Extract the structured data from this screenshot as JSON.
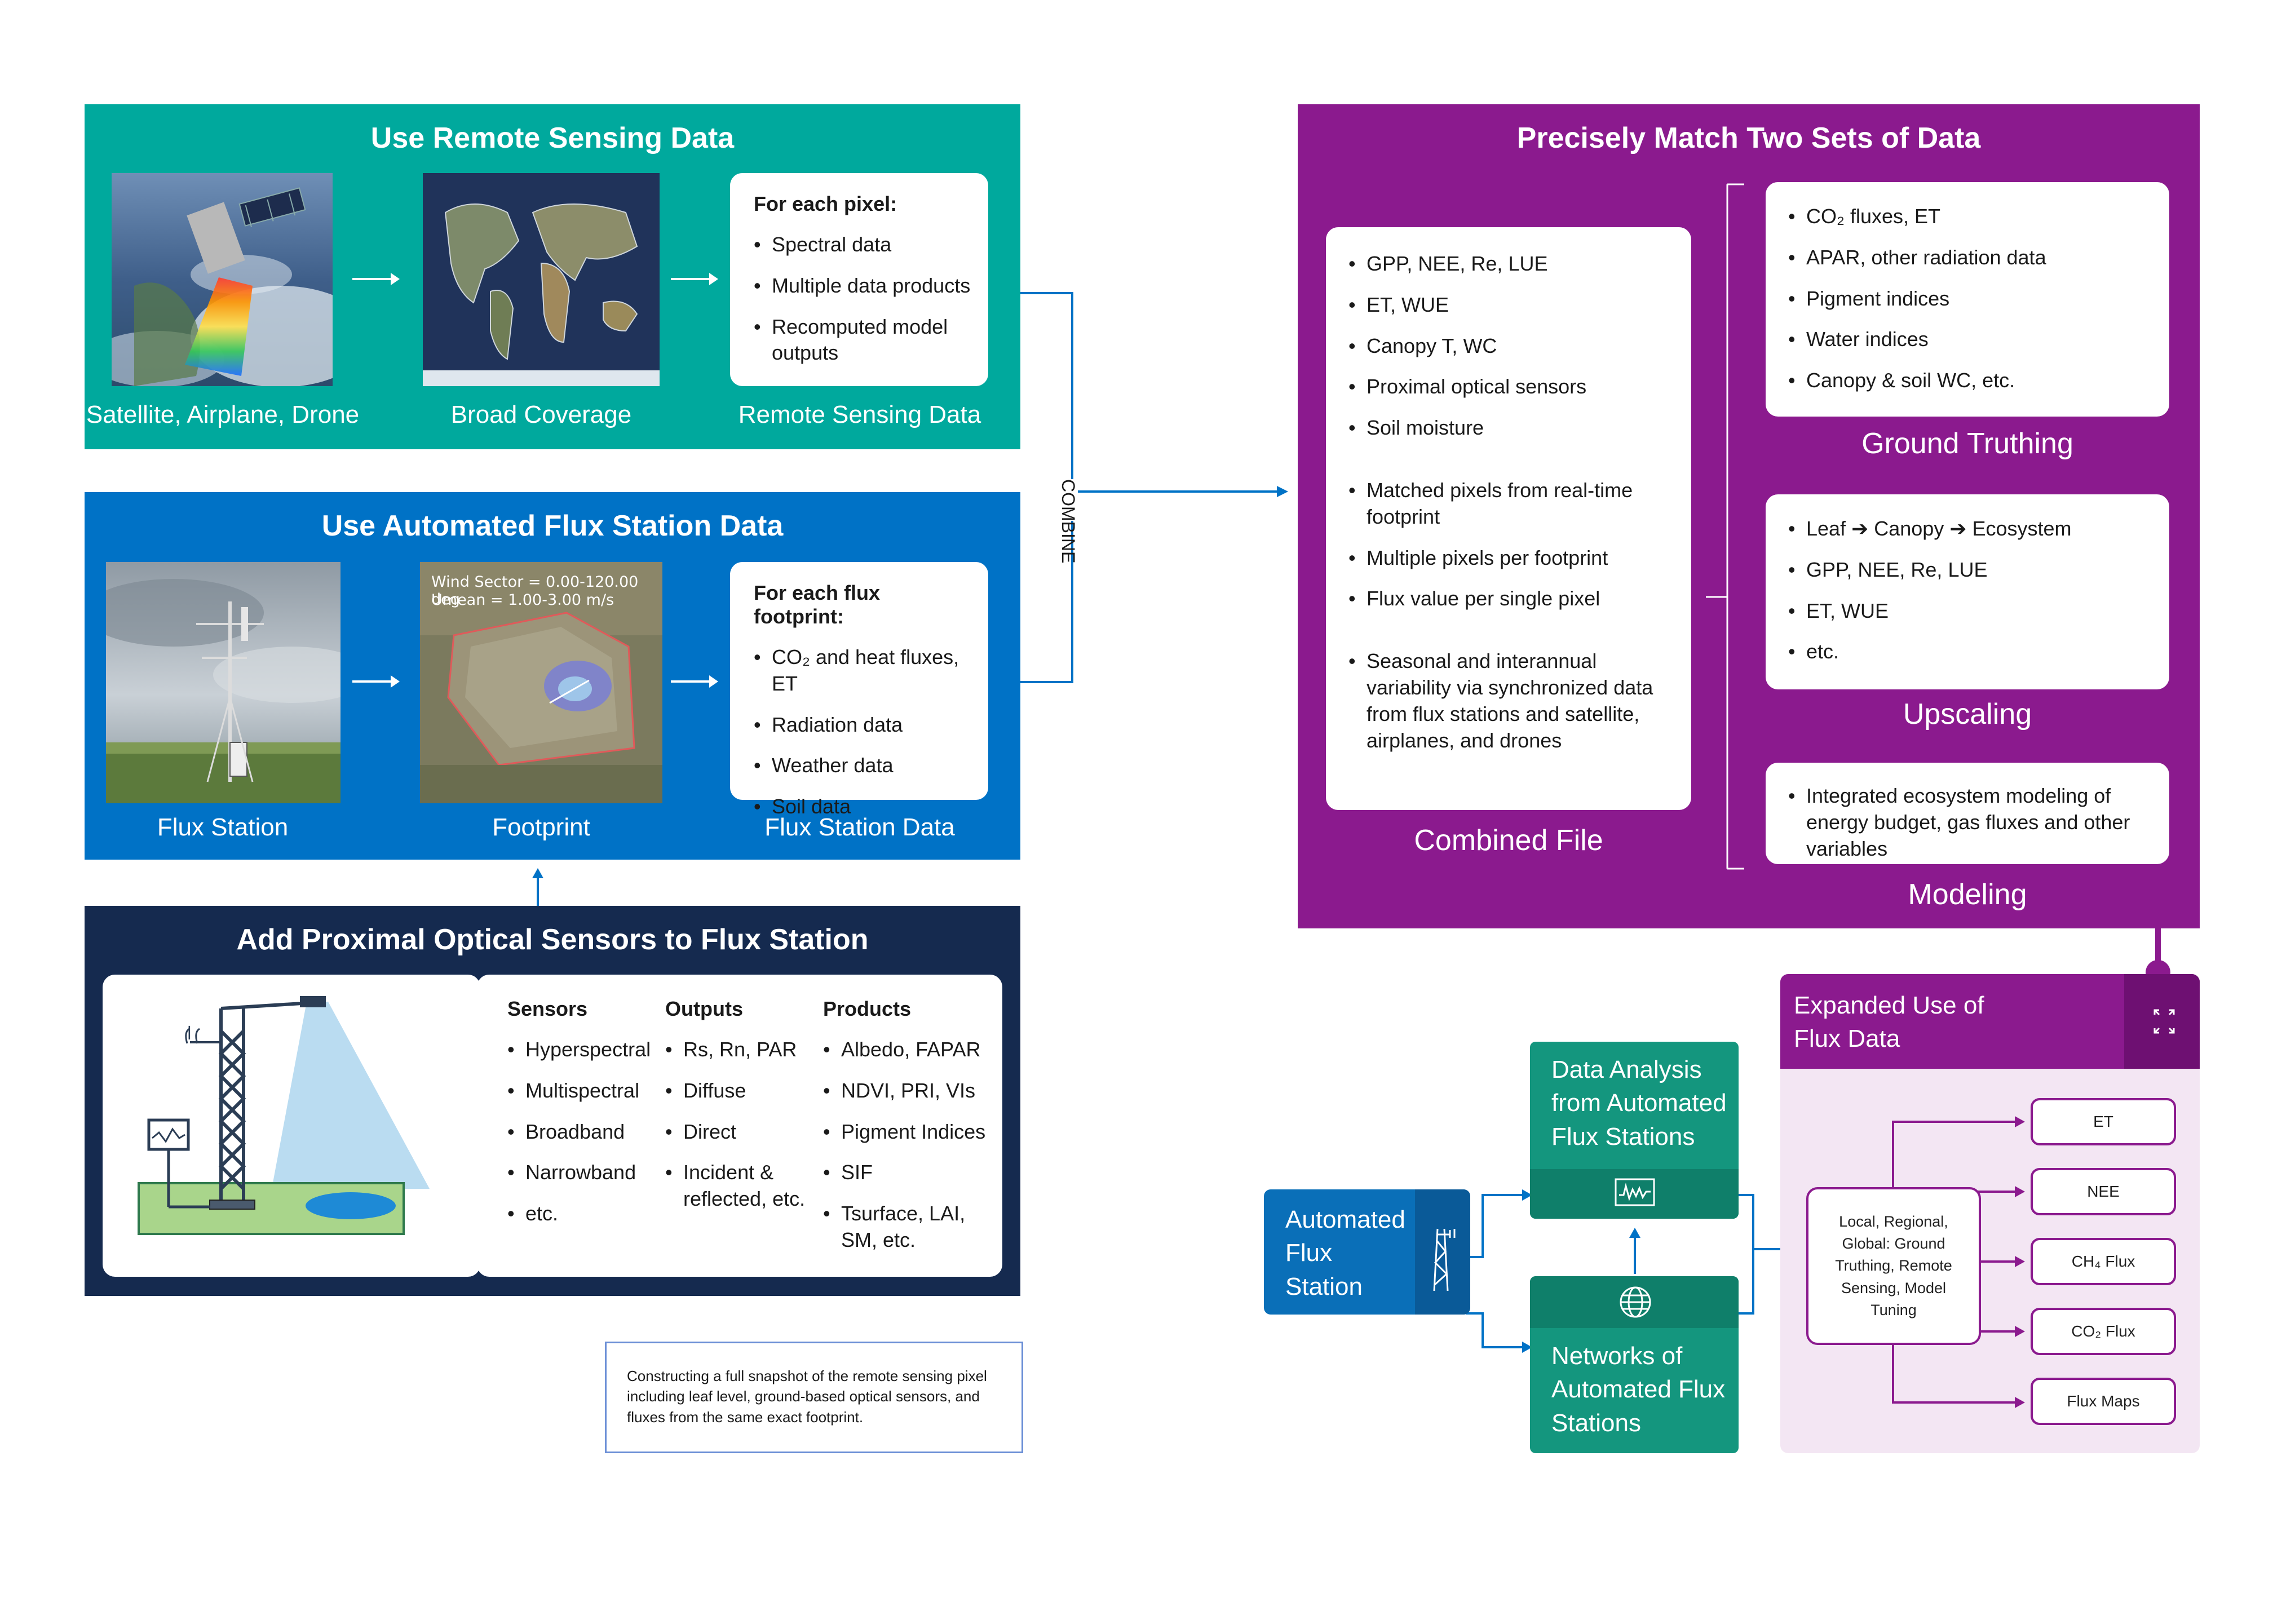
{
  "remote_panel": {
    "title": "Use Remote Sensing Data",
    "captions": [
      "Satellite, Airplane, Drone",
      "Broad Coverage",
      "Remote Sensing Data"
    ],
    "box_head": "For each pixel:",
    "items": [
      "Spectral data",
      "Multiple data products",
      "Recomputed model outputs"
    ]
  },
  "flux_panel": {
    "title": "Use Automated Flux Station Data",
    "captions": [
      "Flux Station",
      "Footprint",
      "Flux Station Data"
    ],
    "footprint_overlay": [
      "Wind Sector = 0.00-120.00 deg",
      "Umean = 1.00-3.00 m/s"
    ],
    "box_head": "For each flux footprint:",
    "items": [
      "CO₂ and heat fluxes, ET",
      "Radiation data",
      "Weather data",
      "Soil data"
    ]
  },
  "combine_label": "COMBINE",
  "proximal_panel": {
    "title": "Add Proximal Optical Sensors to Flux Station",
    "columns": [
      {
        "head": "Sensors",
        "items": [
          "Hyperspectral",
          "Multispectral",
          "Broadband",
          "Narrowband",
          "etc."
        ]
      },
      {
        "head": "Outputs",
        "items": [
          "Rs, Rn, PAR",
          "Diffuse",
          "Direct",
          "Incident & reflected, etc."
        ]
      },
      {
        "head": "Products",
        "items": [
          "Albedo, FAPAR",
          "NDVI, PRI, VIs",
          "Pigment Indices",
          "SIF",
          "Tsurface, LAI, SM, etc."
        ]
      }
    ]
  },
  "note": "Constructing a full snapshot of the remote sensing pixel including leaf level, ground-based optical sensors, and fluxes from the same exact footprint.",
  "match_panel": {
    "title": "Precisely Match Two Sets of Data",
    "combined_groups": [
      [
        "GPP, NEE, Re, LUE",
        "ET, WUE",
        "Canopy T, WC",
        "Proximal optical sensors",
        "Soil moisture"
      ],
      [
        "Matched pixels from real-time footprint",
        "Multiple pixels per footprint",
        "Flux value per single pixel"
      ],
      [
        "Seasonal and interannual variability via synchronized data from flux stations and satellite, airplanes, and drones"
      ]
    ],
    "combined_label": "Combined File",
    "ground_items": [
      "CO₂ fluxes, ET",
      "APAR, other radiation data",
      "Pigment indices",
      "Water indices",
      "Canopy & soil WC, etc."
    ],
    "ground_label": "Ground Truthing",
    "upscaling_items": [
      "Leaf ➔ Canopy ➔ Ecosystem",
      "GPP, NEE, Re, LUE",
      "ET, WUE",
      "etc."
    ],
    "upscaling_label": "Upscaling",
    "modeling_items": [
      "Integrated ecosystem modeling of energy budget, gas fluxes and other variables"
    ],
    "modeling_label": "Modeling"
  },
  "expanded": {
    "station_label": "Automated Flux Station",
    "analysis_label": "Data Analysis from Automated Flux Stations",
    "networks_label": "Networks of Automated Flux Stations",
    "expanded_title": "Expanded Use of Flux Data",
    "center_text": "Local, Regional, Global: Ground Truthing, Remote Sensing, Model Tuning",
    "outputs": [
      "ET",
      "NEE",
      "CH₄ Flux",
      "CO₂ Flux",
      "Flux Maps"
    ]
  },
  "colors": {
    "teal": "#00a99d",
    "blue": "#0072c6",
    "navy": "#152a4f",
    "purple": "#8b1a8e",
    "green": "#14967e",
    "light_purple": "#f3e6f3"
  }
}
